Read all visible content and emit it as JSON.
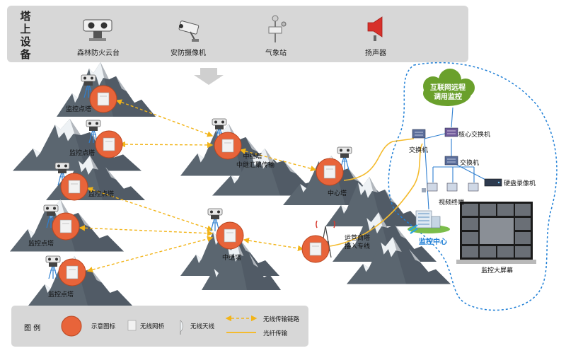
{
  "top_panel": {
    "title": "塔上设备",
    "devices": [
      {
        "label": "森林防火云台",
        "icon": "ptz-camera-icon"
      },
      {
        "label": "安防摄像机",
        "icon": "security-camera-icon"
      },
      {
        "label": "气象站",
        "icon": "weather-station-icon"
      },
      {
        "label": "扬声器",
        "icon": "speaker-icon"
      }
    ]
  },
  "sites": {
    "monitor_point": "监控点塔",
    "relay_tower": "中继塔",
    "relay_sub": "中继汇聚传输",
    "center_tower": "中心塔",
    "carrier_tower_1": "运营商塔",
    "carrier_tower_2": "接入专线"
  },
  "network": {
    "cloud_label_1": "互联网远程",
    "cloud_label_2": "调用监控",
    "core_switch": "核心交换机",
    "switch": "交换机",
    "switch_2": "交换机",
    "nvr": "硬盘录像机",
    "video_terminal": "视频终端",
    "monitor_center": "监控中心",
    "big_screen": "监控大屏幕"
  },
  "legend": {
    "title": "图 例",
    "items": [
      {
        "label": "示意图标",
        "icon": "orange-circle-icon"
      },
      {
        "label": "无线网桥",
        "icon": "wireless-bridge-icon"
      },
      {
        "label": "无线天线",
        "icon": "wireless-antenna-icon"
      },
      {
        "label": "无线传输链路",
        "icon": "dashed-arrow-icon"
      },
      {
        "label": "光纤传输",
        "icon": "fiber-line-icon"
      }
    ]
  },
  "colors": {
    "mountain": "#5b6670",
    "snow": "#eef2f5",
    "marker": "#e8643a",
    "wireless_link": "#f2b418",
    "fiber": "#f4bb2e",
    "network_boundary": "#1f7fd6",
    "cloud": "#6aa02c"
  }
}
